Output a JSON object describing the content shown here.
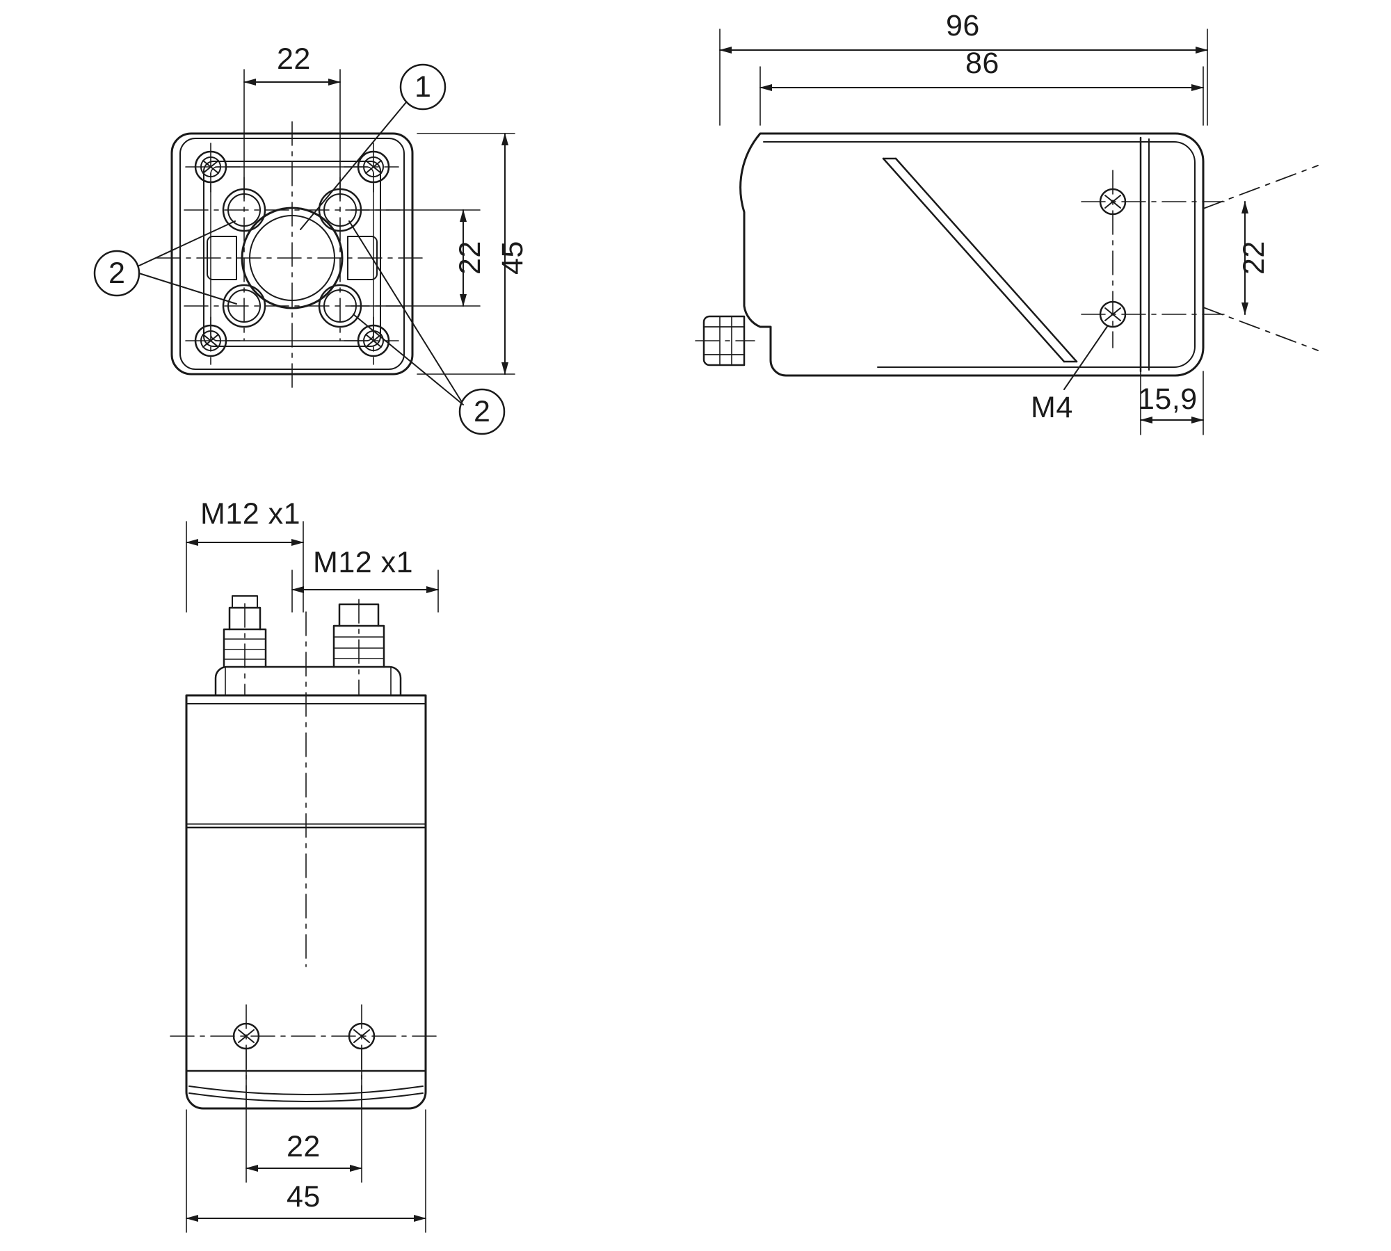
{
  "drawing": {
    "title": "Sensor housing dimensional drawing",
    "line_color": "#1a1a1a",
    "background": "#ffffff",
    "views": [
      {
        "name": "front-view",
        "position": "top-left"
      },
      {
        "name": "side-view",
        "position": "top-right"
      },
      {
        "name": "rear-view",
        "position": "bottom-left"
      }
    ]
  },
  "front_view": {
    "dim_width_holes": "22",
    "dim_height_holes": "22",
    "dim_height_overall": "45",
    "balloon_1": "1",
    "balloon_2a": "2",
    "balloon_2b": "2"
  },
  "side_view": {
    "dim_length_overall": "96",
    "dim_length_body": "86",
    "dim_hole_spacing": "22",
    "dim_thread": "M4",
    "dim_depth": "15,9"
  },
  "rear_view": {
    "dim_connector_left": "M12 x1",
    "dim_connector_right": "M12 x1",
    "dim_hole_spacing": "22",
    "dim_width_overall": "45"
  }
}
